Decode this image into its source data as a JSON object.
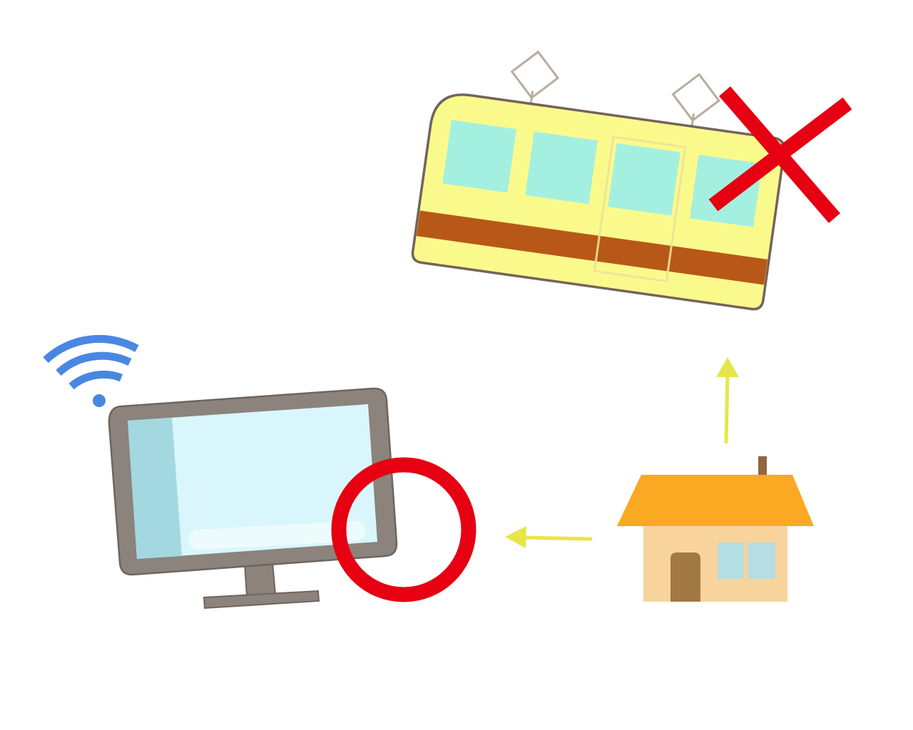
{
  "illustration": {
    "items": [
      {
        "name": "train",
        "icon": "train-icon",
        "mark": "cross-mark",
        "marked": "no"
      },
      {
        "name": "home",
        "icon": "house-icon"
      },
      {
        "name": "computer",
        "icon": "monitor-icon",
        "connectivity": "wifi-icon",
        "mark": "circle-mark",
        "marked": "yes"
      }
    ],
    "arrows": [
      {
        "from": "home",
        "to": "train",
        "icon": "arrow-up-icon"
      },
      {
        "from": "home",
        "to": "computer",
        "icon": "arrow-left-icon"
      }
    ],
    "colors": {
      "train_body": "#fafa8c",
      "train_stripe": "#b85818",
      "train_window": "#a4f0e0",
      "train_outline": "#73635a",
      "pantograph": "#b8aca0",
      "cross_mark": "#e60012",
      "circle_mark": "#e60012",
      "arrow": "#e6e64a",
      "house_roof": "#fba823",
      "house_wall": "#f8d49c",
      "house_door": "#a27843",
      "house_window": "#b4dde4",
      "chimney": "#916641",
      "monitor_frame": "#8b837c",
      "monitor_screen": "#d9f6fc",
      "monitor_screen_shade": "#a3d8e0",
      "wifi": "#4a87e3"
    }
  }
}
